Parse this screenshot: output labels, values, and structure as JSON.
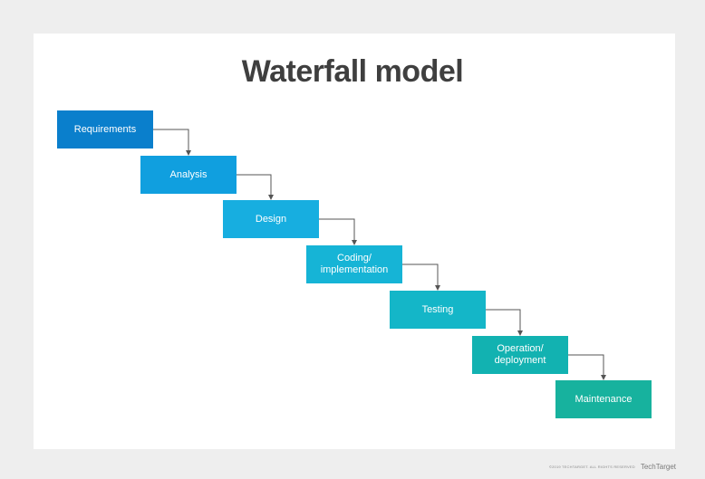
{
  "title": "Waterfall model",
  "colors": {
    "background": "#eeeeee",
    "panel": "#ffffff",
    "title": "#3f3f3f",
    "connector": "#555555",
    "steps": [
      "#0a7fcc",
      "#109fdf",
      "#17aee0",
      "#16b4d6",
      "#14b6c8",
      "#12b2b1",
      "#17b29e"
    ]
  },
  "steps": [
    "Requirements",
    "Analysis",
    "Design",
    "Coding/\nimplementation",
    "Testing",
    "Operation/\ndeployment",
    "Maintenance"
  ],
  "footer": {
    "copyright": "©2019 TECHTARGET. ALL RIGHTS RESERVED",
    "logo": "TechTarget"
  }
}
